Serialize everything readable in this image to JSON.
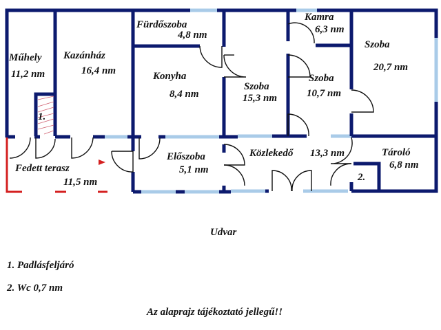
{
  "rooms": {
    "muhely": {
      "name": "Műhely",
      "area": "11,2 nm"
    },
    "kazanhaz": {
      "name": "Kazánház",
      "area": "16,4 nm"
    },
    "furdoszoba": {
      "name": "Fürdőszoba",
      "area": "4,8 nm"
    },
    "konyha": {
      "name": "Konyha",
      "area": "8,4 nm"
    },
    "eloszoba": {
      "name": "Előszoba",
      "area": "5,1 nm"
    },
    "fedett_terasz": {
      "name": "Fedett terasz",
      "area": "11,5 nm"
    },
    "szoba1": {
      "name": "Szoba",
      "area": "15,3 nm"
    },
    "kamra": {
      "name": "Kamra",
      "area": "6,3 nm"
    },
    "szoba2": {
      "name": "Szoba",
      "area": "10,7 nm"
    },
    "szoba3": {
      "name": "Szoba",
      "area": "20,7 nm"
    },
    "kozlekedo": {
      "name": "Közlekedő",
      "area": "13,3 nm"
    },
    "tarolo": {
      "name": "Tároló",
      "area": "6,8 nm"
    }
  },
  "markers": {
    "one": "1.",
    "two": "2."
  },
  "udvar": "Udvar",
  "legend": [
    "1. Padlásfeljáró",
    "2. Wc 0,7 nm"
  ],
  "disclaimer": "Az alaprajz tájékoztató jellegű!!",
  "colors": {
    "wall": "#0c1a6e",
    "window": "#a9cbe8",
    "terrace": "#d42020"
  }
}
